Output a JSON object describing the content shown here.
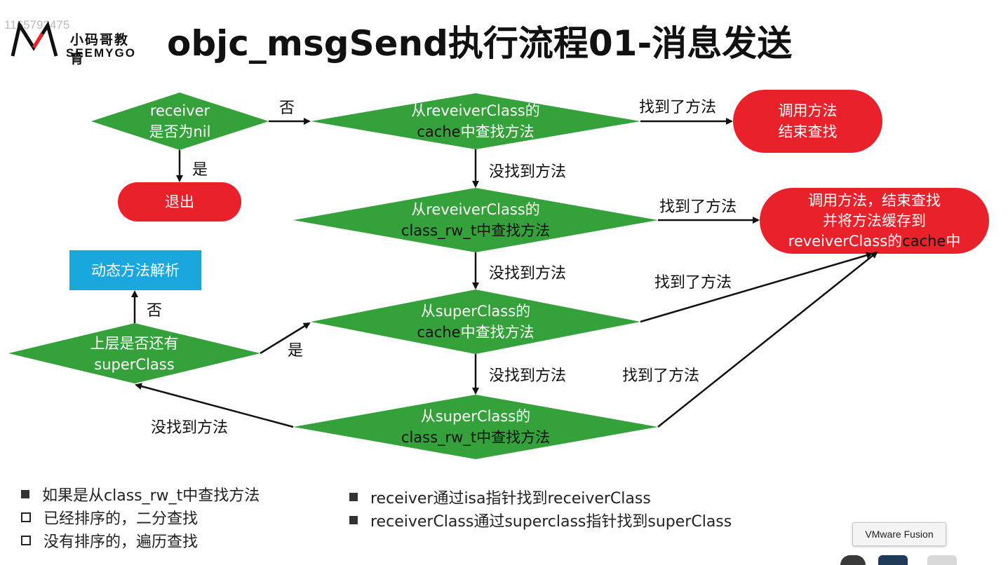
{
  "watermark": "1165792475",
  "logo": {
    "cn": "小码哥教育",
    "en": "SEEMYGO"
  },
  "title": "objc_msgSend执行流程01-消息发送",
  "colors": {
    "green": "#35a13a",
    "red": "#e8212a",
    "blue": "#19a7de"
  },
  "nodes": {
    "receiver_nil": {
      "l1": "receiver",
      "l2": "是否为nil"
    },
    "exit": {
      "l1": "退出"
    },
    "rcv_cache": {
      "l1": "从reveiverClass的",
      "l2a": "cache",
      "l2b": "中查找方法"
    },
    "call_end": {
      "l1": "调用方法",
      "l2": "结束查找"
    },
    "rcv_rw": {
      "l1": "从reveiverClass的",
      "l2": "class_rw_t中查找方法"
    },
    "call_cache": {
      "l1": "调用方法，结束查找",
      "l2": "并将方法缓存到",
      "l3a": "reveiverClass的",
      "l3b": "cache",
      "l3c": "中"
    },
    "dyn": {
      "l1": "动态方法解析"
    },
    "super_cache": {
      "l1": "从superClass的",
      "l2a": "cache",
      "l2b": "中查找方法"
    },
    "has_super": {
      "l1": "上层是否还有",
      "l2": "superClass"
    },
    "super_rw": {
      "l1": "从superClass的",
      "l2": "class_rw_t中查找方法"
    }
  },
  "edges": {
    "no": "否",
    "yes": "是",
    "found": "找到了方法",
    "not_found": "没找到方法"
  },
  "notes_left": [
    {
      "marker": "filled",
      "text": "如果是从class_rw_t中查找方法"
    },
    {
      "marker": "empty",
      "text": "已经排序的，二分查找"
    },
    {
      "marker": "empty",
      "text": "没有排序的，遍历查找"
    }
  ],
  "notes_right": [
    {
      "marker": "filled",
      "text": "receiver通过isa指针找到receiverClass"
    },
    {
      "marker": "filled",
      "text": "receiverClass通过superclass指针找到superClass"
    }
  ],
  "tooltip": "VMware Fusion"
}
